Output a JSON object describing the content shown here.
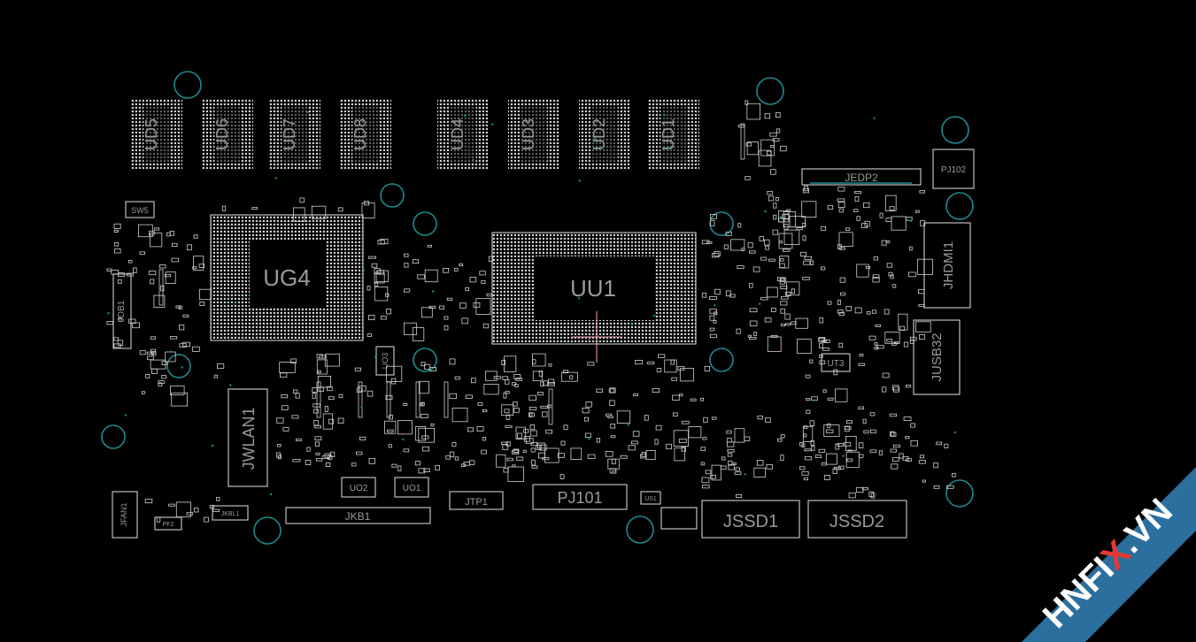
{
  "components": {
    "ud5": "UD5",
    "ud6": "UD6",
    "ud7": "UD7",
    "ud8": "UD8",
    "ud4": "UD4",
    "ud3": "UD3",
    "ud2": "UD2",
    "ud1": "UD1",
    "ug4": "UG4",
    "uu1": "UU1",
    "sw5": "SW5",
    "jdb1": "JDB1",
    "uo3": "UO3",
    "jwlan1": "JWLAN1",
    "jfan1": "JFAN1",
    "jkbl1": "JKBL1",
    "pf2": "PF2",
    "jkb1": "JKB1",
    "uo2": "UO2",
    "uo1": "UO1",
    "jtp1": "JTP1",
    "pj101": "PJ101",
    "us1": "US1",
    "jssd1": "JSSD1",
    "jssd2": "JSSD2",
    "jedp2": "JEDP2",
    "pj102": "PJ102",
    "jhdmi1": "JHDMI1",
    "jusb32": "JUSB32",
    "ut3": "UT3"
  },
  "watermark": {
    "text_a": "HNF",
    "text_b": "I",
    "text_c": "X",
    "text_d": ".VN",
    "colors": {
      "band": "#2a6f9e",
      "text": "#ffffff",
      "accent": "#e53935"
    }
  },
  "colors": {
    "background": "#000000",
    "outline": "#bdbdbd",
    "mounting_hole": "#1d8a8e",
    "label": "#9a9a9a"
  }
}
